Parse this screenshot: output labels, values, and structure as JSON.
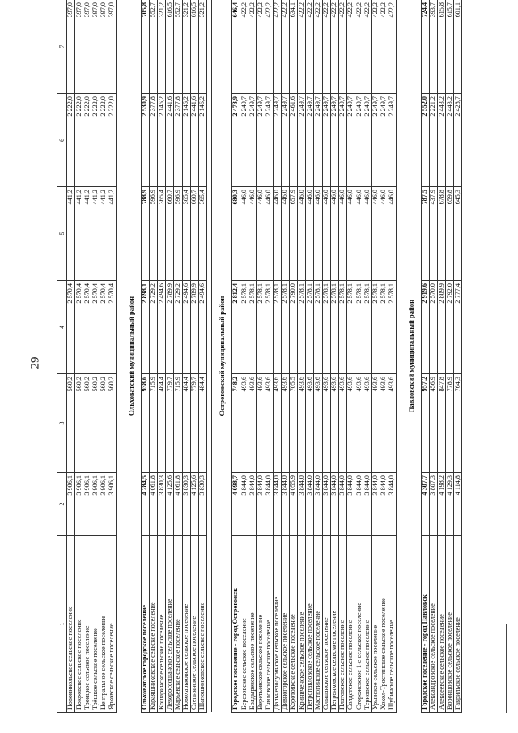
{
  "page_number": "29",
  "columns": [
    "1",
    "2",
    "3",
    "4",
    "5",
    "6",
    "7"
  ],
  "sections": [
    {
      "title": "",
      "rows": [
        {
          "name": "Новоникольское сельское поселение",
          "v": [
            "3 906,1",
            "560,2",
            "2 570,4",
            "441,2",
            "2 222,0",
            "397,0"
          ]
        },
        {
          "name": "Покровское сельское поселение",
          "v": [
            "3 906,1",
            "560,2",
            "2 570,4",
            "441,2",
            "2 222,0",
            "397,0"
          ]
        },
        {
          "name": "Троицкое сельское поселение",
          "v": [
            "3 906,1",
            "560,2",
            "2 570,4",
            "441,2",
            "2 222,0",
            "397,0"
          ]
        },
        {
          "name": "Трёшкое сельское поселение",
          "v": [
            "3 906,1",
            "560,2",
            "2 570,4",
            "441,2",
            "2 222,0",
            "397,0"
          ]
        },
        {
          "name": "Центральное сельское поселение",
          "v": [
            "3 906,1",
            "560,2",
            "2 570,4",
            "441,2",
            "2 222,0",
            "397,0"
          ]
        },
        {
          "name": "Ярковское сельское поселение",
          "v": [
            "3 906,1",
            "560,2",
            "2 570,4",
            "441,2",
            "2 222,0",
            "397,0"
          ]
        }
      ]
    },
    {
      "title": "Ольховатский муниципальный район",
      "rows": [
        {
          "name": "Ольховатское городское поселение",
          "bold": true,
          "v": [
            "4 284,5",
            "938,6",
            "2 898,1",
            "788,9",
            "2 530,9",
            "705,8"
          ]
        },
        {
          "name": "Караяшниковское сельское поселение",
          "v": [
            "4 061,8",
            "715,9",
            "2 729,2",
            "596,9",
            "2 377,8",
            "552,7"
          ]
        },
        {
          "name": "Кошаринское сельское поселение",
          "v": [
            "3 830,3",
            "484,4",
            "2 494,6",
            "365,4",
            "2 146,2",
            "321,2"
          ]
        },
        {
          "name": "Левороссошанское сельское поселение",
          "v": [
            "4 125,6",
            "779,7",
            "2 789,9",
            "660,7",
            "2 441,6",
            "616,5"
          ]
        },
        {
          "name": "Марьевское сельское поселение",
          "v": [
            "4 061,8",
            "715,9",
            "2 729,2",
            "596,9",
            "2 377,8",
            "552,7"
          ]
        },
        {
          "name": "Новохарьковское сельское поселение",
          "v": [
            "3 830,3",
            "484,4",
            "2 494,6",
            "365,4",
            "2 146,2",
            "321,2"
          ]
        },
        {
          "name": "Степнянское сельское поселение",
          "v": [
            "4 125,6",
            "779,7",
            "2 789,9",
            "660,7",
            "2 441,6",
            "616,5"
          ]
        },
        {
          "name": "Шапошниковское сельское поселение",
          "v": [
            "3 830,3",
            "484,4",
            "2 494,6",
            "365,4",
            "2 146,2",
            "321,2"
          ]
        }
      ]
    },
    {
      "title": "Острогожский муниципальный район",
      "rows": [
        {
          "name": "Городское поселение - город Острогожск",
          "bold": true,
          "v": [
            "4 098,7",
            "748,2",
            "2 812,4",
            "680,3",
            "2 473,9",
            "646,4"
          ]
        },
        {
          "name": "Березовское сельское поселение",
          "v": [
            "3 844,0",
            "493,6",
            "2 578,1",
            "446,0",
            "2 249,7",
            "422,2"
          ]
        },
        {
          "name": "Болдыревское сельское поселение",
          "v": [
            "3 844,0",
            "493,6",
            "2 578,1",
            "446,0",
            "2 249,7",
            "422,2"
          ]
        },
        {
          "name": "Веретьевское сельское поселение",
          "v": [
            "3 844,0",
            "493,6",
            "2 578,1",
            "446,0",
            "2 249,7",
            "422,2"
          ]
        },
        {
          "name": "Гниловское сельское поселение",
          "v": [
            "3 844,0",
            "493,6",
            "2 578,1",
            "446,0",
            "2 249,7",
            "422,2"
          ]
        },
        {
          "name": "Дальнеполубянское сельское поселение",
          "v": [
            "3 844,0",
            "493,6",
            "2 578,1",
            "446,0",
            "2 249,7",
            "422,2"
          ]
        },
        {
          "name": "Дивногорское сельское поселение",
          "v": [
            "3 844,0",
            "493,6",
            "2 578,1",
            "446,0",
            "2 249,7",
            "422,2"
          ]
        },
        {
          "name": "Коротоякское сельское поселение",
          "v": [
            "4 055,9",
            "705,5",
            "2 790,0",
            "657,9",
            "2 461,6",
            "634,1"
          ]
        },
        {
          "name": "Криниченское сельское поселение",
          "v": [
            "3 844,0",
            "493,6",
            "2 578,1",
            "446,0",
            "2 249,7",
            "422,2"
          ]
        },
        {
          "name": "Петропавловское сельское поселение",
          "v": [
            "3 844,0",
            "493,6",
            "2 578,1",
            "446,0",
            "2 249,7",
            "422,2"
          ]
        },
        {
          "name": "Мастюгинское сельское поселение",
          "v": [
            "3 844,0",
            "493,6",
            "2 578,1",
            "446,0",
            "2 249,7",
            "422,2"
          ]
        },
        {
          "name": "Ольшанское сельское поселение",
          "v": [
            "3 844,0",
            "493,6",
            "2 578,1",
            "446,0",
            "2 249,7",
            "422,2"
          ]
        },
        {
          "name": "Петренковское сельское поселение",
          "v": [
            "3 844,0",
            "493,6",
            "2 578,1",
            "446,0",
            "2 249,7",
            "422,2"
          ]
        },
        {
          "name": "Платовское сельское поселение",
          "v": [
            "3 844,0",
            "493,6",
            "2 578,1",
            "446,0",
            "2 249,7",
            "422,2"
          ]
        },
        {
          "name": "Солдатское сельское поселение",
          "v": [
            "3 844,0",
            "493,6",
            "2 578,1",
            "446,0",
            "2 249,7",
            "422,2"
          ]
        },
        {
          "name": "Сторожевское 1-е сельское поселение",
          "v": [
            "3 844,0",
            "493,6",
            "2 578,1",
            "446,0",
            "2 249,7",
            "422,2"
          ]
        },
        {
          "name": "Терновское сельское поселение",
          "v": [
            "3 844,0",
            "493,6",
            "2 578,1",
            "446,0",
            "2 249,7",
            "422,2"
          ]
        },
        {
          "name": "Урывское сельское поселение",
          "v": [
            "3 844,0",
            "493,6",
            "2 578,1",
            "446,0",
            "2 249,7",
            "422,2"
          ]
        },
        {
          "name": "Хохол-Тростянское сельское поселение",
          "v": [
            "3 844,0",
            "493,6",
            "2 578,1",
            "446,0",
            "2 249,7",
            "422,2"
          ]
        },
        {
          "name": "Шубинское сельское поселение",
          "v": [
            "3 844,0",
            "493,6",
            "2 578,1",
            "446,0",
            "2 249,7",
            "422,2"
          ]
        }
      ]
    },
    {
      "title": "Павловский муниципальный район",
      "rows": [
        {
          "name": "Городское поселение - город Павловск",
          "bold": true,
          "v": [
            "4 307,7",
            "957,2",
            "2 919,6",
            "787,5",
            "2 552,0",
            "724,4"
          ]
        },
        {
          "name": "Александровское сельское поселение",
          "v": [
            "3 807,3",
            "456,9",
            "2 570,0",
            "437,9",
            "2 221,2",
            "393,7"
          ]
        },
        {
          "name": "Алексеевское сельское поселение",
          "v": [
            "4 198,2",
            "847,8",
            "2 809,9",
            "678,8",
            "2 443,2",
            "615,8"
          ]
        },
        {
          "name": "Воронцовское сельское поселение",
          "v": [
            "4 129,3",
            "778,9",
            "2 792,0",
            "659,8",
            "2 443,2",
            "615,7"
          ]
        },
        {
          "name": "Гаврильское сельское поселение",
          "v": [
            "4 114,8",
            "764,3",
            "2 777,4",
            "645,3",
            "2 428,7",
            "601,1"
          ]
        }
      ]
    }
  ]
}
